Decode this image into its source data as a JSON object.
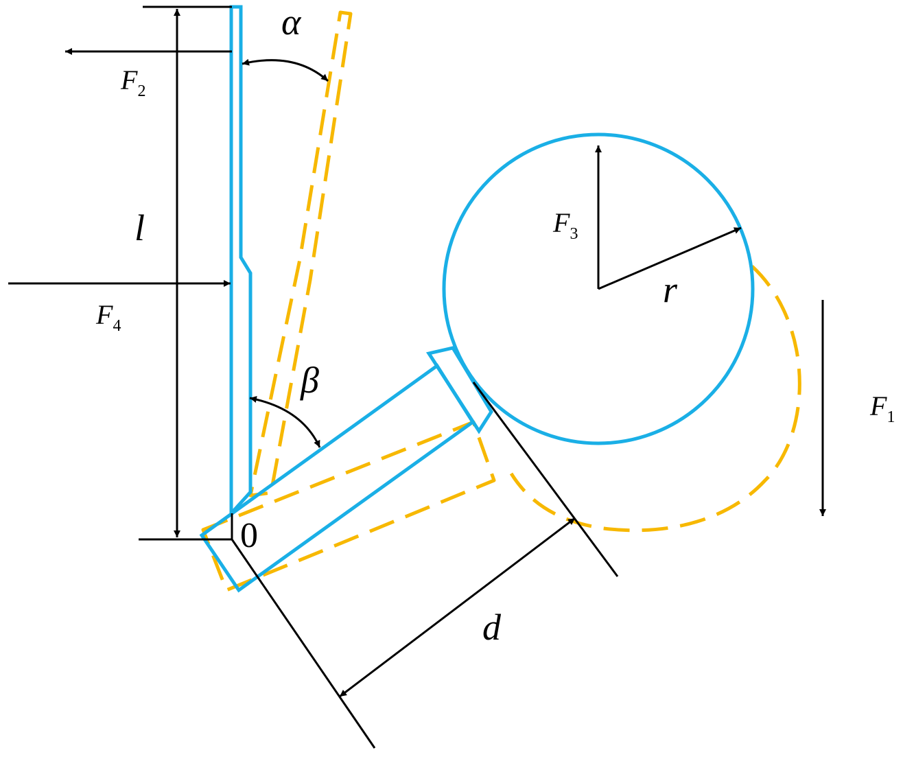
{
  "colors": {
    "solid_part": "#1aafe6",
    "displaced_part": "#f7b800",
    "annotation": "#000000",
    "background": "#ffffff"
  },
  "labels": {
    "alpha": "α",
    "beta": "β",
    "l": "l",
    "r": "r",
    "d": "d",
    "origin": "0",
    "f1": {
      "base": "F",
      "sub": "1"
    },
    "f2": {
      "base": "F",
      "sub": "2"
    },
    "f3": {
      "base": "F",
      "sub": "3"
    },
    "f4": {
      "base": "F",
      "sub": "4"
    }
  }
}
